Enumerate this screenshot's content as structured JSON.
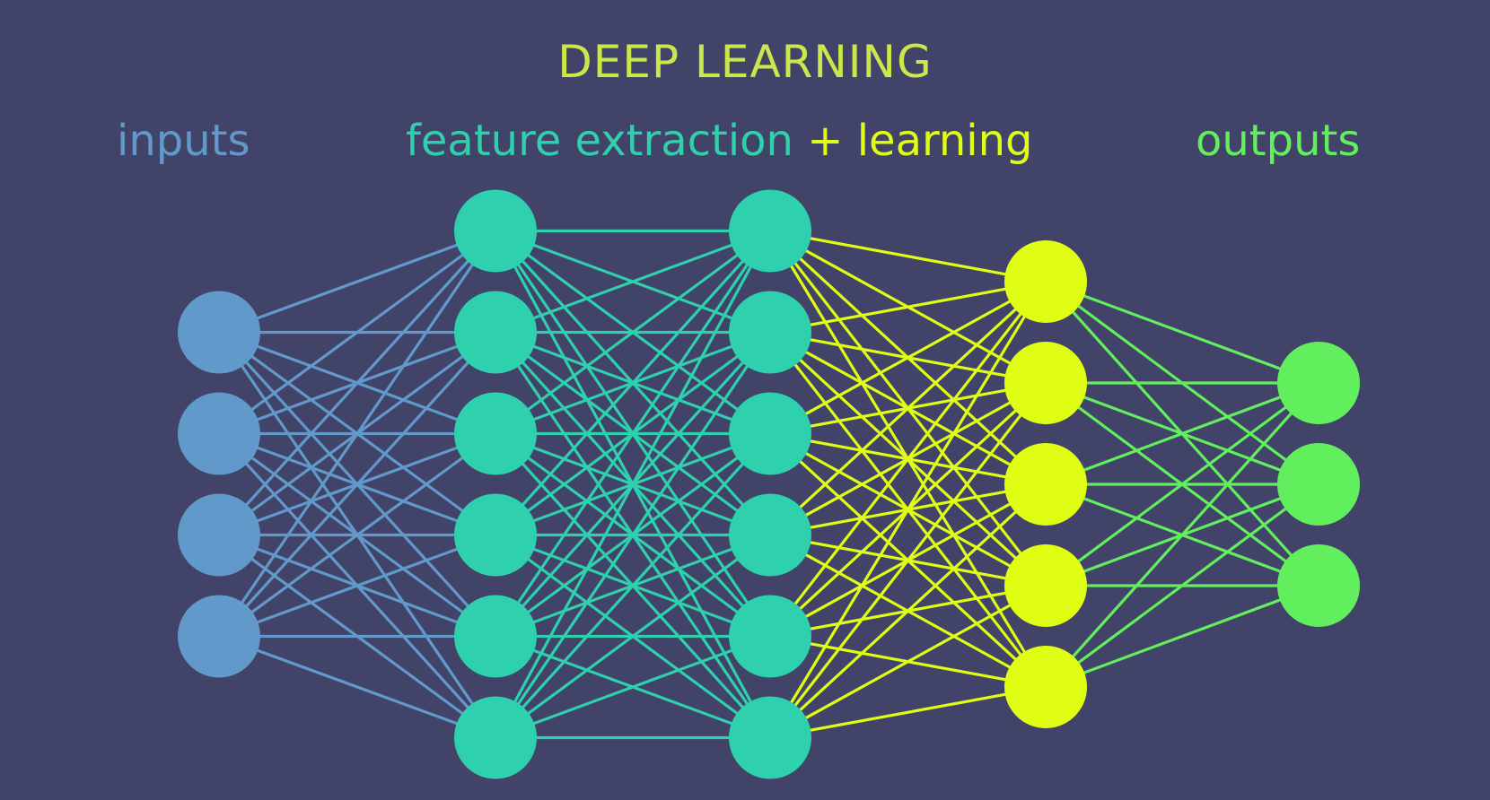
{
  "title": "DEEP LEARNING",
  "labels": {
    "inputs": "inputs",
    "feature_extraction": "feature extraction",
    "plus": "+",
    "learning": "learning",
    "outputs": "outputs"
  },
  "colors": {
    "background": "#424368",
    "title": "#c8e84c",
    "inputs": "#6199cb",
    "feature": "#2fd0ad",
    "learning": "#e0fd14",
    "outputs": "#62ef5e"
  },
  "network": {
    "layers": [
      {
        "role": "input",
        "neurons": 4,
        "color_key": "inputs"
      },
      {
        "role": "hidden-feature",
        "neurons": 6,
        "color_key": "feature"
      },
      {
        "role": "hidden-feature",
        "neurons": 6,
        "color_key": "feature"
      },
      {
        "role": "hidden-learning",
        "neurons": 5,
        "color_key": "learning"
      },
      {
        "role": "output",
        "neurons": 3,
        "color_key": "outputs"
      }
    ],
    "connections": "fully-connected"
  }
}
